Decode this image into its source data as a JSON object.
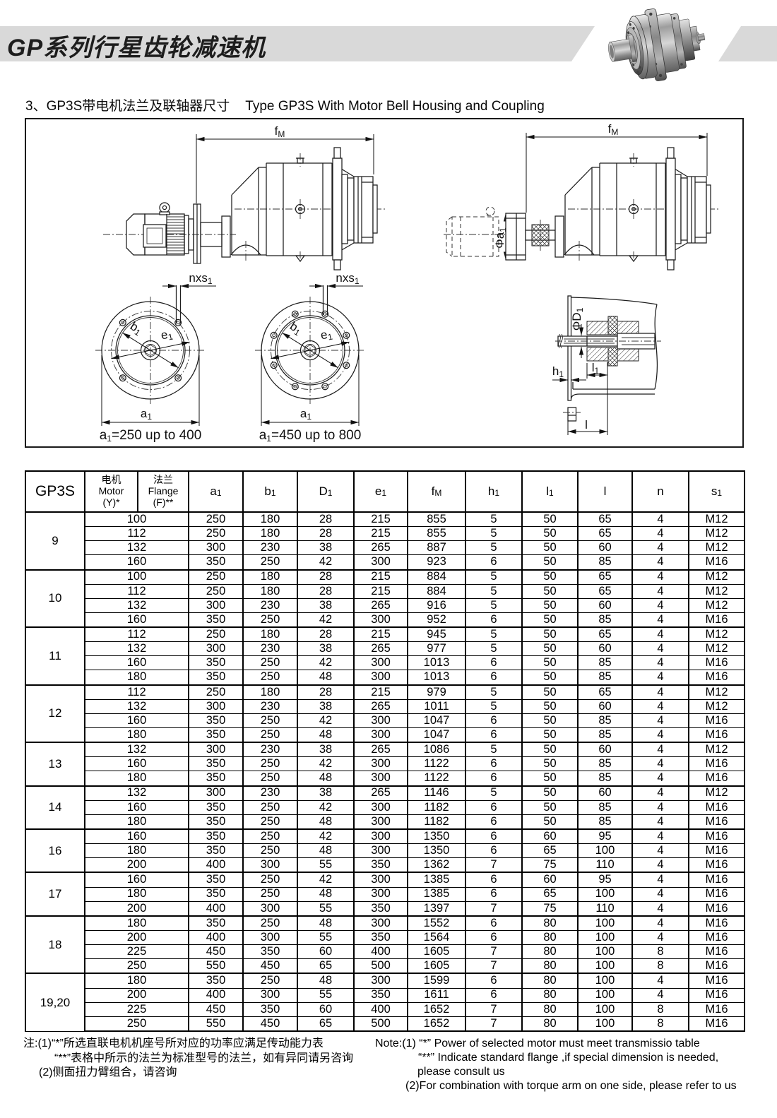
{
  "header": {
    "title": "GP系列行星齿轮减速机",
    "band_color": "#d9d9d9",
    "product_icon": "planetary-gear-reducer"
  },
  "section": {
    "title_zh": "3、GP3S带电机法兰及联轴器尺寸",
    "title_en": "Type GP3S With Motor Bell Housing and Coupling"
  },
  "drawing": {
    "dim_fm": {
      "main": "f",
      "sub": "M"
    },
    "dim_nxs": {
      "main": "nxs",
      "sub": "1"
    },
    "dim_b": {
      "main": "b",
      "sub": "1"
    },
    "dim_e": {
      "main": "e",
      "sub": "1"
    },
    "dim_a": {
      "main": "a",
      "sub": "1"
    },
    "dim_phi_a": {
      "main": "Φa",
      "sub": "1"
    },
    "dim_phi_d": {
      "main": "ΦD",
      "sub": "1"
    },
    "dim_h": {
      "main": "h",
      "sub": "1"
    },
    "dim_l1": {
      "main": "l",
      "sub": "1"
    },
    "dim_l": {
      "main": "l",
      "sub": ""
    },
    "caption_left": {
      "main": "a",
      "sub": "1",
      "rest": "=250 up to 400"
    },
    "caption_right": {
      "main": "a",
      "sub": "1",
      "rest": "=450 up to 800"
    }
  },
  "table": {
    "col_gp3s": "GP3S",
    "col_motor": [
      "电机",
      "Motor",
      "(Y)*"
    ],
    "col_flange": [
      "法兰",
      "Flange",
      "(F)**"
    ],
    "cols": [
      {
        "m": "a",
        "s": "1"
      },
      {
        "m": "b",
        "s": "1"
      },
      {
        "m": "D",
        "s": "1"
      },
      {
        "m": "e",
        "s": "1"
      },
      {
        "m": "f",
        "s": "M"
      },
      {
        "m": "h",
        "s": "1"
      },
      {
        "m": "l",
        "s": "1"
      },
      {
        "m": "l",
        "s": ""
      },
      {
        "m": "n",
        "s": ""
      },
      {
        "m": "s",
        "s": "1"
      }
    ],
    "groups": [
      {
        "label": "9",
        "rows": [
          [
            "100",
            "250",
            "180",
            "28",
            "215",
            "855",
            "5",
            "50",
            "65",
            "4",
            "M12"
          ],
          [
            "112",
            "250",
            "180",
            "28",
            "215",
            "855",
            "5",
            "50",
            "65",
            "4",
            "M12"
          ],
          [
            "132",
            "300",
            "230",
            "38",
            "265",
            "887",
            "5",
            "50",
            "60",
            "4",
            "M12"
          ],
          [
            "160",
            "350",
            "250",
            "42",
            "300",
            "923",
            "6",
            "50",
            "85",
            "4",
            "M16"
          ]
        ]
      },
      {
        "label": "10",
        "rows": [
          [
            "100",
            "250",
            "180",
            "28",
            "215",
            "884",
            "5",
            "50",
            "65",
            "4",
            "M12"
          ],
          [
            "112",
            "250",
            "180",
            "28",
            "215",
            "884",
            "5",
            "50",
            "65",
            "4",
            "M12"
          ],
          [
            "132",
            "300",
            "230",
            "38",
            "265",
            "916",
            "5",
            "50",
            "60",
            "4",
            "M12"
          ],
          [
            "160",
            "350",
            "250",
            "42",
            "300",
            "952",
            "6",
            "50",
            "85",
            "4",
            "M16"
          ]
        ]
      },
      {
        "label": "11",
        "rows": [
          [
            "112",
            "250",
            "180",
            "28",
            "215",
            "945",
            "5",
            "50",
            "65",
            "4",
            "M12"
          ],
          [
            "132",
            "300",
            "230",
            "38",
            "265",
            "977",
            "5",
            "50",
            "60",
            "4",
            "M12"
          ],
          [
            "160",
            "350",
            "250",
            "42",
            "300",
            "1013",
            "6",
            "50",
            "85",
            "4",
            "M16"
          ],
          [
            "180",
            "350",
            "250",
            "48",
            "300",
            "1013",
            "6",
            "50",
            "85",
            "4",
            "M16"
          ]
        ]
      },
      {
        "label": "12",
        "rows": [
          [
            "112",
            "250",
            "180",
            "28",
            "215",
            "979",
            "5",
            "50",
            "65",
            "4",
            "M12"
          ],
          [
            "132",
            "300",
            "230",
            "38",
            "265",
            "1011",
            "5",
            "50",
            "60",
            "4",
            "M12"
          ],
          [
            "160",
            "350",
            "250",
            "42",
            "300",
            "1047",
            "6",
            "50",
            "85",
            "4",
            "M16"
          ],
          [
            "180",
            "350",
            "250",
            "48",
            "300",
            "1047",
            "6",
            "50",
            "85",
            "4",
            "M16"
          ]
        ]
      },
      {
        "label": "13",
        "rows": [
          [
            "132",
            "300",
            "230",
            "38",
            "265",
            "1086",
            "5",
            "50",
            "60",
            "4",
            "M12"
          ],
          [
            "160",
            "350",
            "250",
            "42",
            "300",
            "1122",
            "6",
            "50",
            "85",
            "4",
            "M16"
          ],
          [
            "180",
            "350",
            "250",
            "48",
            "300",
            "1122",
            "6",
            "50",
            "85",
            "4",
            "M16"
          ]
        ]
      },
      {
        "label": "14",
        "rows": [
          [
            "132",
            "300",
            "230",
            "38",
            "265",
            "1146",
            "5",
            "50",
            "60",
            "4",
            "M12"
          ],
          [
            "160",
            "350",
            "250",
            "42",
            "300",
            "1182",
            "6",
            "50",
            "85",
            "4",
            "M16"
          ],
          [
            "180",
            "350",
            "250",
            "48",
            "300",
            "1182",
            "6",
            "50",
            "85",
            "4",
            "M16"
          ]
        ]
      },
      {
        "label": "16",
        "rows": [
          [
            "160",
            "350",
            "250",
            "42",
            "300",
            "1350",
            "6",
            "60",
            "95",
            "4",
            "M16"
          ],
          [
            "180",
            "350",
            "250",
            "48",
            "300",
            "1350",
            "6",
            "65",
            "100",
            "4",
            "M16"
          ],
          [
            "200",
            "400",
            "300",
            "55",
            "350",
            "1362",
            "7",
            "75",
            "110",
            "4",
            "M16"
          ]
        ]
      },
      {
        "label": "17",
        "rows": [
          [
            "160",
            "350",
            "250",
            "42",
            "300",
            "1385",
            "6",
            "60",
            "95",
            "4",
            "M16"
          ],
          [
            "180",
            "350",
            "250",
            "48",
            "300",
            "1385",
            "6",
            "65",
            "100",
            "4",
            "M16"
          ],
          [
            "200",
            "400",
            "300",
            "55",
            "350",
            "1397",
            "7",
            "75",
            "110",
            "4",
            "M16"
          ]
        ]
      },
      {
        "label": "18",
        "rows": [
          [
            "180",
            "350",
            "250",
            "48",
            "300",
            "1552",
            "6",
            "80",
            "100",
            "4",
            "M16"
          ],
          [
            "200",
            "400",
            "300",
            "55",
            "350",
            "1564",
            "6",
            "80",
            "100",
            "4",
            "M16"
          ],
          [
            "225",
            "450",
            "350",
            "60",
            "400",
            "1605",
            "7",
            "80",
            "100",
            "8",
            "M16"
          ],
          [
            "250",
            "550",
            "450",
            "65",
            "500",
            "1605",
            "7",
            "80",
            "100",
            "8",
            "M16"
          ]
        ]
      },
      {
        "label": "19,20",
        "rows": [
          [
            "180",
            "350",
            "250",
            "48",
            "300",
            "1599",
            "6",
            "80",
            "100",
            "4",
            "M16"
          ],
          [
            "200",
            "400",
            "300",
            "55",
            "350",
            "1611",
            "6",
            "80",
            "100",
            "4",
            "M16"
          ],
          [
            "225",
            "450",
            "350",
            "60",
            "400",
            "1652",
            "7",
            "80",
            "100",
            "8",
            "M16"
          ],
          [
            "250",
            "550",
            "450",
            "65",
            "500",
            "1652",
            "7",
            "80",
            "100",
            "8",
            "M16"
          ]
        ]
      }
    ]
  },
  "notes": {
    "zh": [
      "注:(1)“*”所选直联电机机座号所对应的功率应满足传动能力表",
      "“**”表格中所示的法兰为标准型号的法兰，如有异同请另咨询",
      "(2)侧面扭力臂组合，请咨询"
    ],
    "en": [
      "Note:(1) “*” Power of selected motor must meet transmissio table",
      "“**” Indicate standard flange ,if special dimension is needed,",
      "please  consult us",
      "(2)For combination with torque arm on one side, please refer to us"
    ]
  }
}
